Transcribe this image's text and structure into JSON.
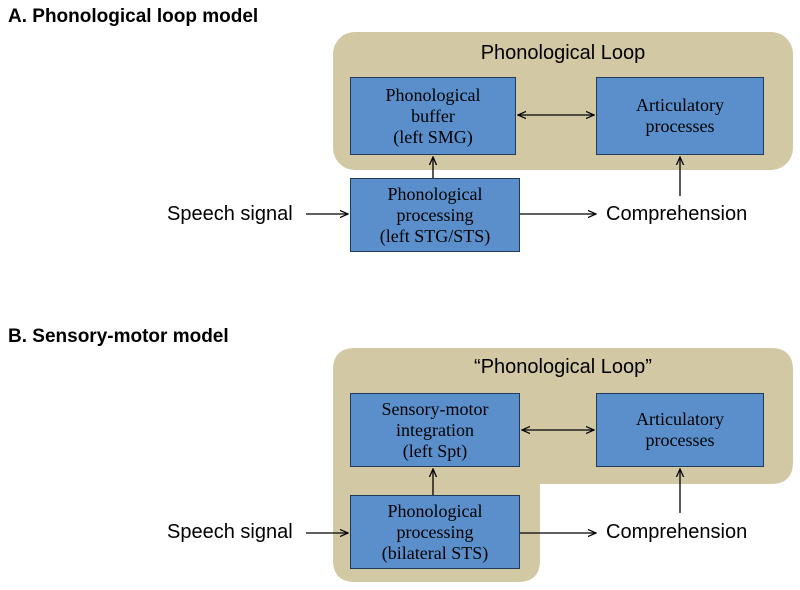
{
  "panel_a": {
    "heading": "A. Phonological loop model",
    "loop_title": "Phonological Loop",
    "buffer_box": [
      "Phonological",
      "buffer",
      "(left SMG)"
    ],
    "articulatory_box": [
      "Articulatory",
      "processes"
    ],
    "processing_box": [
      "Phonological",
      "processing",
      "(left STG/STS)"
    ],
    "input_label": "Speech signal",
    "output_label": "Comprehension"
  },
  "panel_b": {
    "heading": "B. Sensory-motor model",
    "loop_title": "“Phonological Loop”",
    "integration_box": [
      "Sensory-motor",
      "integration",
      "(left Spt)"
    ],
    "articulatory_box": [
      "Articulatory",
      "processes"
    ],
    "processing_box": [
      "Phonological",
      "processing",
      "(bilateral STS)"
    ],
    "input_label": "Speech signal",
    "output_label": "Comprehension"
  },
  "colors": {
    "loop_fill": "#d3c8a4",
    "box_fill": "#5b8fcb",
    "box_border": "#1f3a5a"
  }
}
